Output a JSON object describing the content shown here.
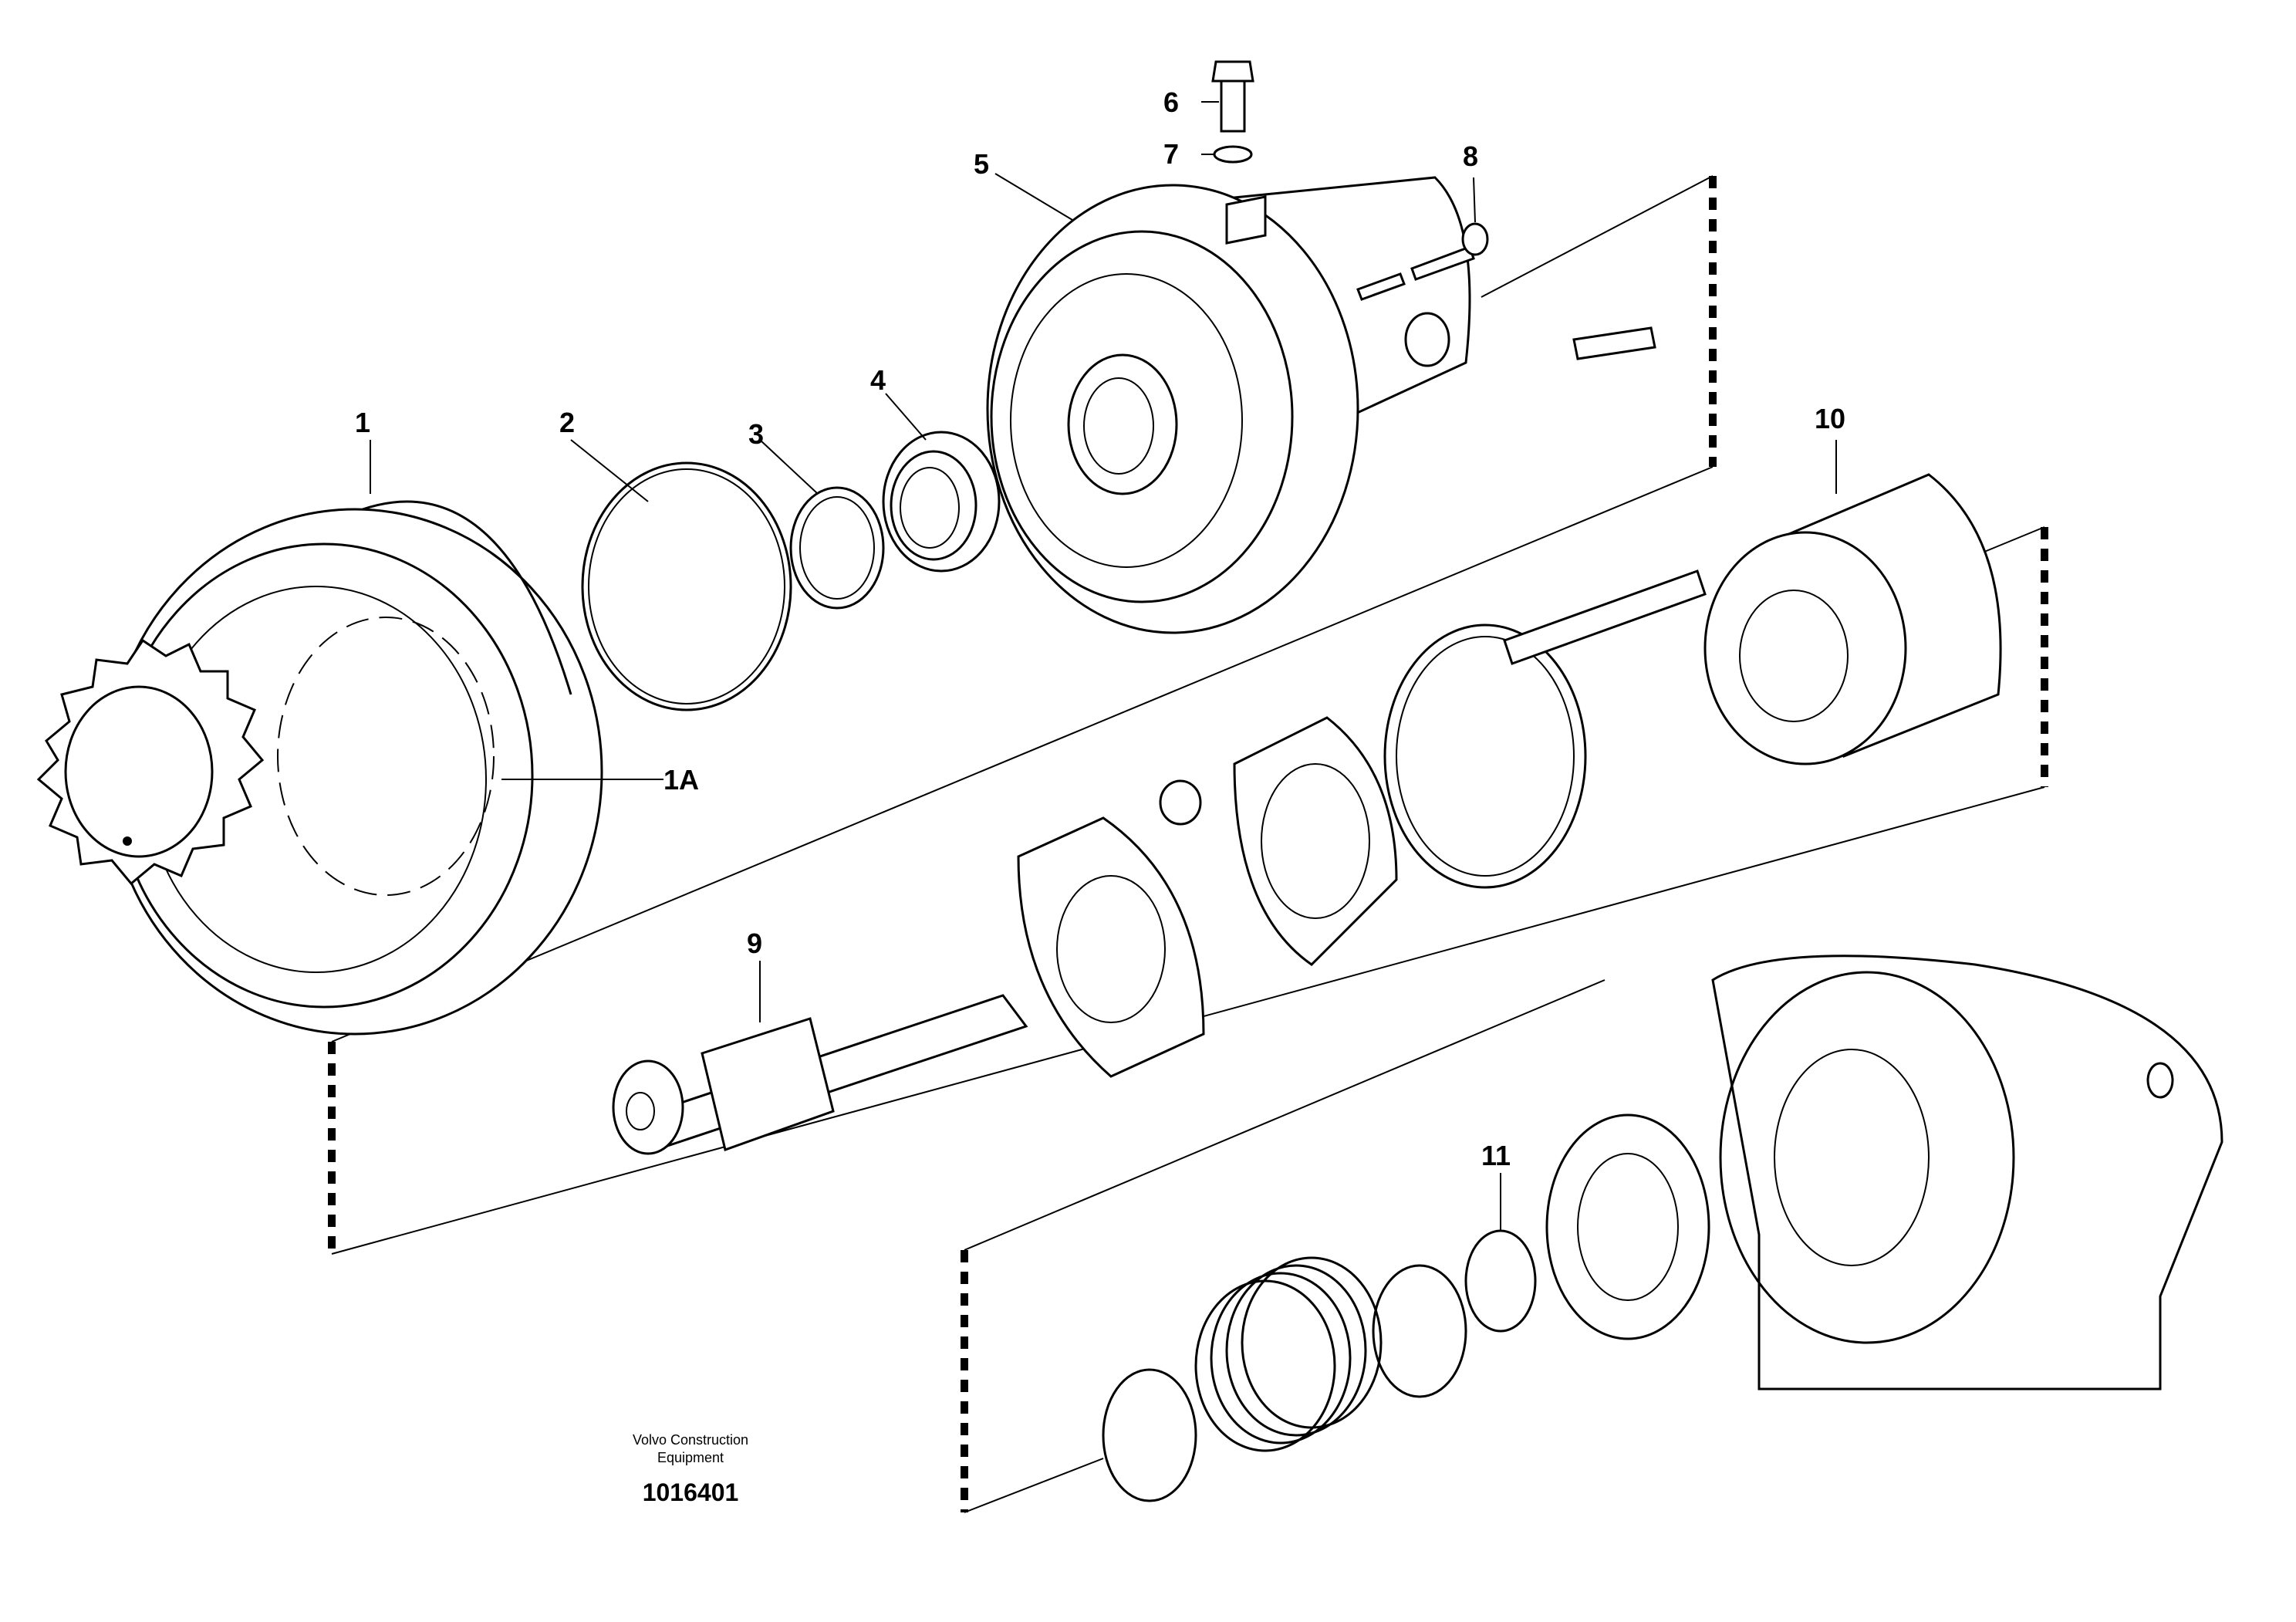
{
  "callouts": [
    {
      "id": "1",
      "label": "1"
    },
    {
      "id": "1a",
      "label": "1A"
    },
    {
      "id": "2",
      "label": "2"
    },
    {
      "id": "3",
      "label": "3"
    },
    {
      "id": "4",
      "label": "4"
    },
    {
      "id": "5",
      "label": "5"
    },
    {
      "id": "6",
      "label": "6"
    },
    {
      "id": "7",
      "label": "7"
    },
    {
      "id": "8",
      "label": "8"
    },
    {
      "id": "9",
      "label": "9"
    },
    {
      "id": "10",
      "label": "10"
    },
    {
      "id": "11",
      "label": "11"
    }
  ],
  "footer": {
    "publisher_line1": "Volvo Construction",
    "publisher_line2": "Equipment",
    "document_number": "1016401"
  }
}
